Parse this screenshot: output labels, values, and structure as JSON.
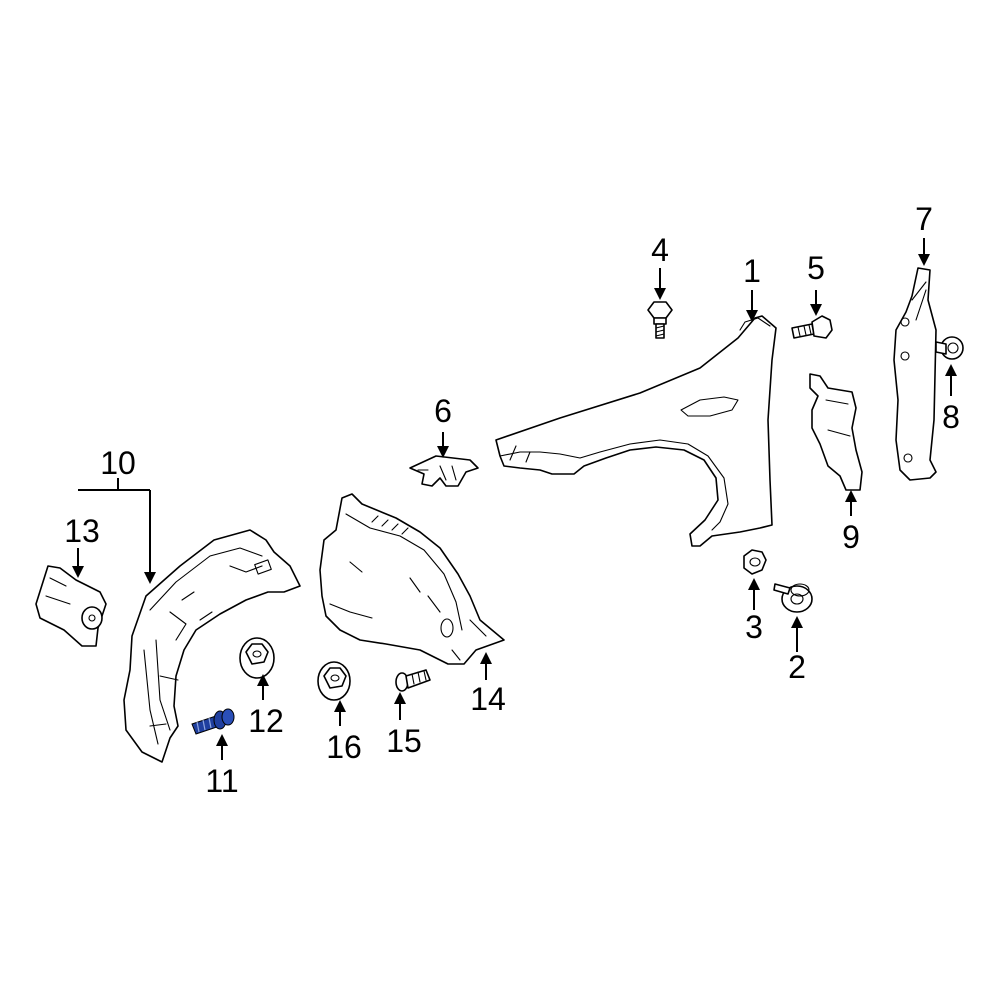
{
  "diagram": {
    "callouts": {
      "c1": "1",
      "c2": "2",
      "c3": "3",
      "c4": "4",
      "c5": "5",
      "c6": "6",
      "c7": "7",
      "c8": "8",
      "c9": "9",
      "c10": "10",
      "c11": "11",
      "c12": "12",
      "c13": "13",
      "c14": "14",
      "c15": "15",
      "c16": "16"
    },
    "colors": {
      "line": "#000000",
      "background": "#ffffff",
      "highlight_part": "#1f3f9f"
    }
  }
}
